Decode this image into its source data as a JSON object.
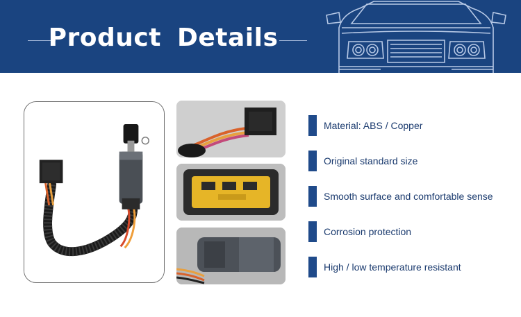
{
  "banner": {
    "title": "Product  Details",
    "background_color": "#1a4480"
  },
  "images": {
    "main": "ignition-switch-with-harness-photo",
    "detail_1": "connector-wires-closeup-photo",
    "detail_2": "yellow-connector-closeup-photo",
    "detail_3": "lock-cylinder-closeup-photo"
  },
  "features": [
    {
      "label": "Material: ABS / Copper"
    },
    {
      "label": "Original standard size"
    },
    {
      "label": "Smooth surface and comfortable sense"
    },
    {
      "label": "Corrosion protection"
    },
    {
      "label": "High / low temperature resistant"
    }
  ],
  "accent_color": "#1f4a8a"
}
